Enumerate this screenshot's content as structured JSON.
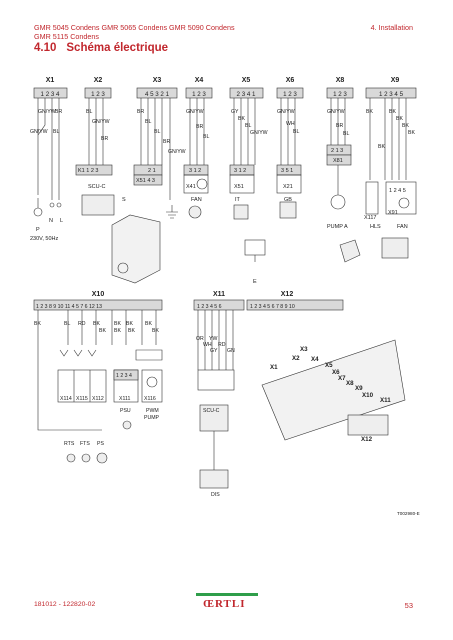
{
  "header": {
    "left_line1": "GMR 5045 Condens GMR 5065 Condens GMR 5090 Condens",
    "left_line2": "GMR 5115 Condens",
    "right": "4.  Installation"
  },
  "title": {
    "number": "4.10",
    "text": "Schéma électrique"
  },
  "connectors_top": [
    {
      "id": "X1",
      "pins": "1 2 3 4"
    },
    {
      "id": "X2",
      "pins": "1 2 3"
    },
    {
      "id": "X3",
      "pins": "4 5 3 2 1"
    },
    {
      "id": "X4",
      "pins": "1 2 3"
    },
    {
      "id": "X5",
      "pins": "2 3 4 1"
    },
    {
      "id": "X6",
      "pins": "1 2 3"
    },
    {
      "id": "X8",
      "pins": "1 2 3"
    },
    {
      "id": "X9",
      "pins": "1   2 3 4 5"
    }
  ],
  "wire_colors": {
    "x1": [
      "GN/YW",
      "BR",
      "GN/YW",
      "BL"
    ],
    "x2": [
      "BL",
      "GN/YW",
      "BR"
    ],
    "x3": [
      "BR",
      "BL",
      "BL",
      "BR",
      "GN/YW"
    ],
    "x4": [
      "GN/YW",
      "BR",
      "BL"
    ],
    "x5": [
      "GY",
      "BK",
      "BL",
      "GN/YW"
    ],
    "x6": [
      "GN/YW",
      "WH",
      "BL"
    ],
    "x8": [
      "GN/YW",
      "BR",
      "BL"
    ],
    "x9": [
      "BK",
      "BK",
      "BK",
      "BK",
      "BK",
      "BK"
    ]
  },
  "blocks_top": {
    "k1": "K1  1  2  3",
    "x51a": "X51  4  3",
    "x51a_pins": "2  1",
    "x41": "X41",
    "x41_pins": "3  1  2",
    "x51b": "X51",
    "x51b_pins": "3  1  2",
    "x21": "X21",
    "x21_pins": "3  5  1",
    "x81": "X81",
    "x81_pins": "2  1  3",
    "x117": "X117",
    "x91": "X91",
    "x91_pins": "1  2  4  5"
  },
  "labels_top": {
    "scu": "SCU-C",
    "s": "S",
    "fan": "FAN",
    "it": "IT",
    "gb": "GB",
    "pump_a": "PUMP A",
    "hls": "HLS",
    "fan2": "FAN",
    "n": "N",
    "l": "L",
    "p": "P",
    "supply": "230V, 50Hz",
    "e": "E"
  },
  "connectors_bottom": [
    {
      "id": "X10",
      "pins": "1  2  3  8   9  10 11  4 5  7  6  12 13"
    },
    {
      "id": "X11",
      "pins": "1 2 3 4 5 6"
    },
    {
      "id": "X12",
      "pins": "1  2  3  4  5  6  7  8  9  10"
    }
  ],
  "wire_colors_bottom": {
    "x10": [
      "BK",
      "BL",
      "RD",
      "BK",
      "BK",
      "BK",
      "BK",
      "BK",
      "BK",
      "BK",
      "BK"
    ],
    "x11": [
      "OR",
      "YW",
      "WH",
      "RD",
      "GY",
      "GN"
    ]
  },
  "blocks_bottom": [
    "X114",
    "X115",
    "X112",
    "X111",
    "X116"
  ],
  "x111_pins": "1  2  3  4",
  "labels_bottom": {
    "psu": "PSU",
    "pwm1": "PWM",
    "pwm2": "PUMP",
    "scu": "SCU-C",
    "rts": "RTS",
    "fts": "FTS",
    "ps": "PS",
    "dis": "DIS"
  },
  "board_connectors": [
    "X1",
    "X2",
    "X3",
    "X4",
    "X5",
    "X6",
    "X7",
    "X8",
    "X9",
    "X10",
    "X11",
    "X12"
  ],
  "reference": "T002980-E",
  "footer": {
    "left": "181012  -  122820-02",
    "logo": "ŒRTLI",
    "page": "53"
  },
  "colors": {
    "accent": "#c1272d",
    "logo_bar": "#2f9e4a",
    "line": "#333333"
  }
}
